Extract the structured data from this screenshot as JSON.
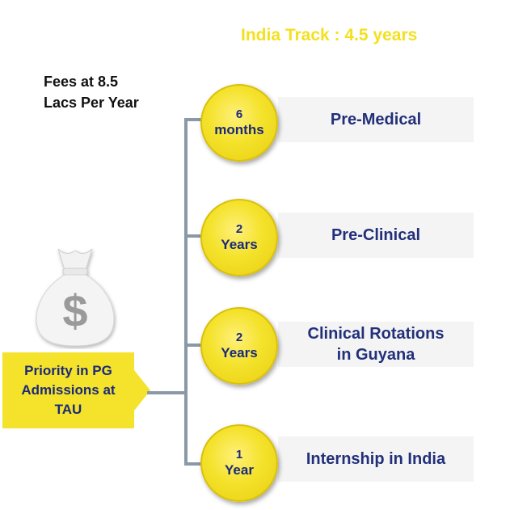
{
  "title": "India Track : 4.5 years",
  "fees": {
    "line1": "Fees at 8.5",
    "line2": "Lacs Per Year"
  },
  "priority": {
    "line1": "Priority in PG",
    "line2": "Admissions at",
    "line3": "TAU"
  },
  "money_bag": {
    "symbol": "$",
    "icon": "money-bag-icon"
  },
  "stages": [
    {
      "num": "6",
      "unit": "months",
      "label1": "Pre-Medical",
      "label2": ""
    },
    {
      "num": "2",
      "unit": "Years",
      "label1": "Pre-Clinical",
      "label2": ""
    },
    {
      "num": "2",
      "unit": "Years",
      "label1": "Clinical Rotations",
      "label2": "in Guyana"
    },
    {
      "num": "1",
      "unit": "Year",
      "label1": "Internship in India",
      "label2": ""
    }
  ],
  "colors": {
    "yellow": "#f4e22b",
    "navy": "#1a2a7a",
    "title_yellow": "#f3e11f",
    "connector": "#8a98a8"
  }
}
